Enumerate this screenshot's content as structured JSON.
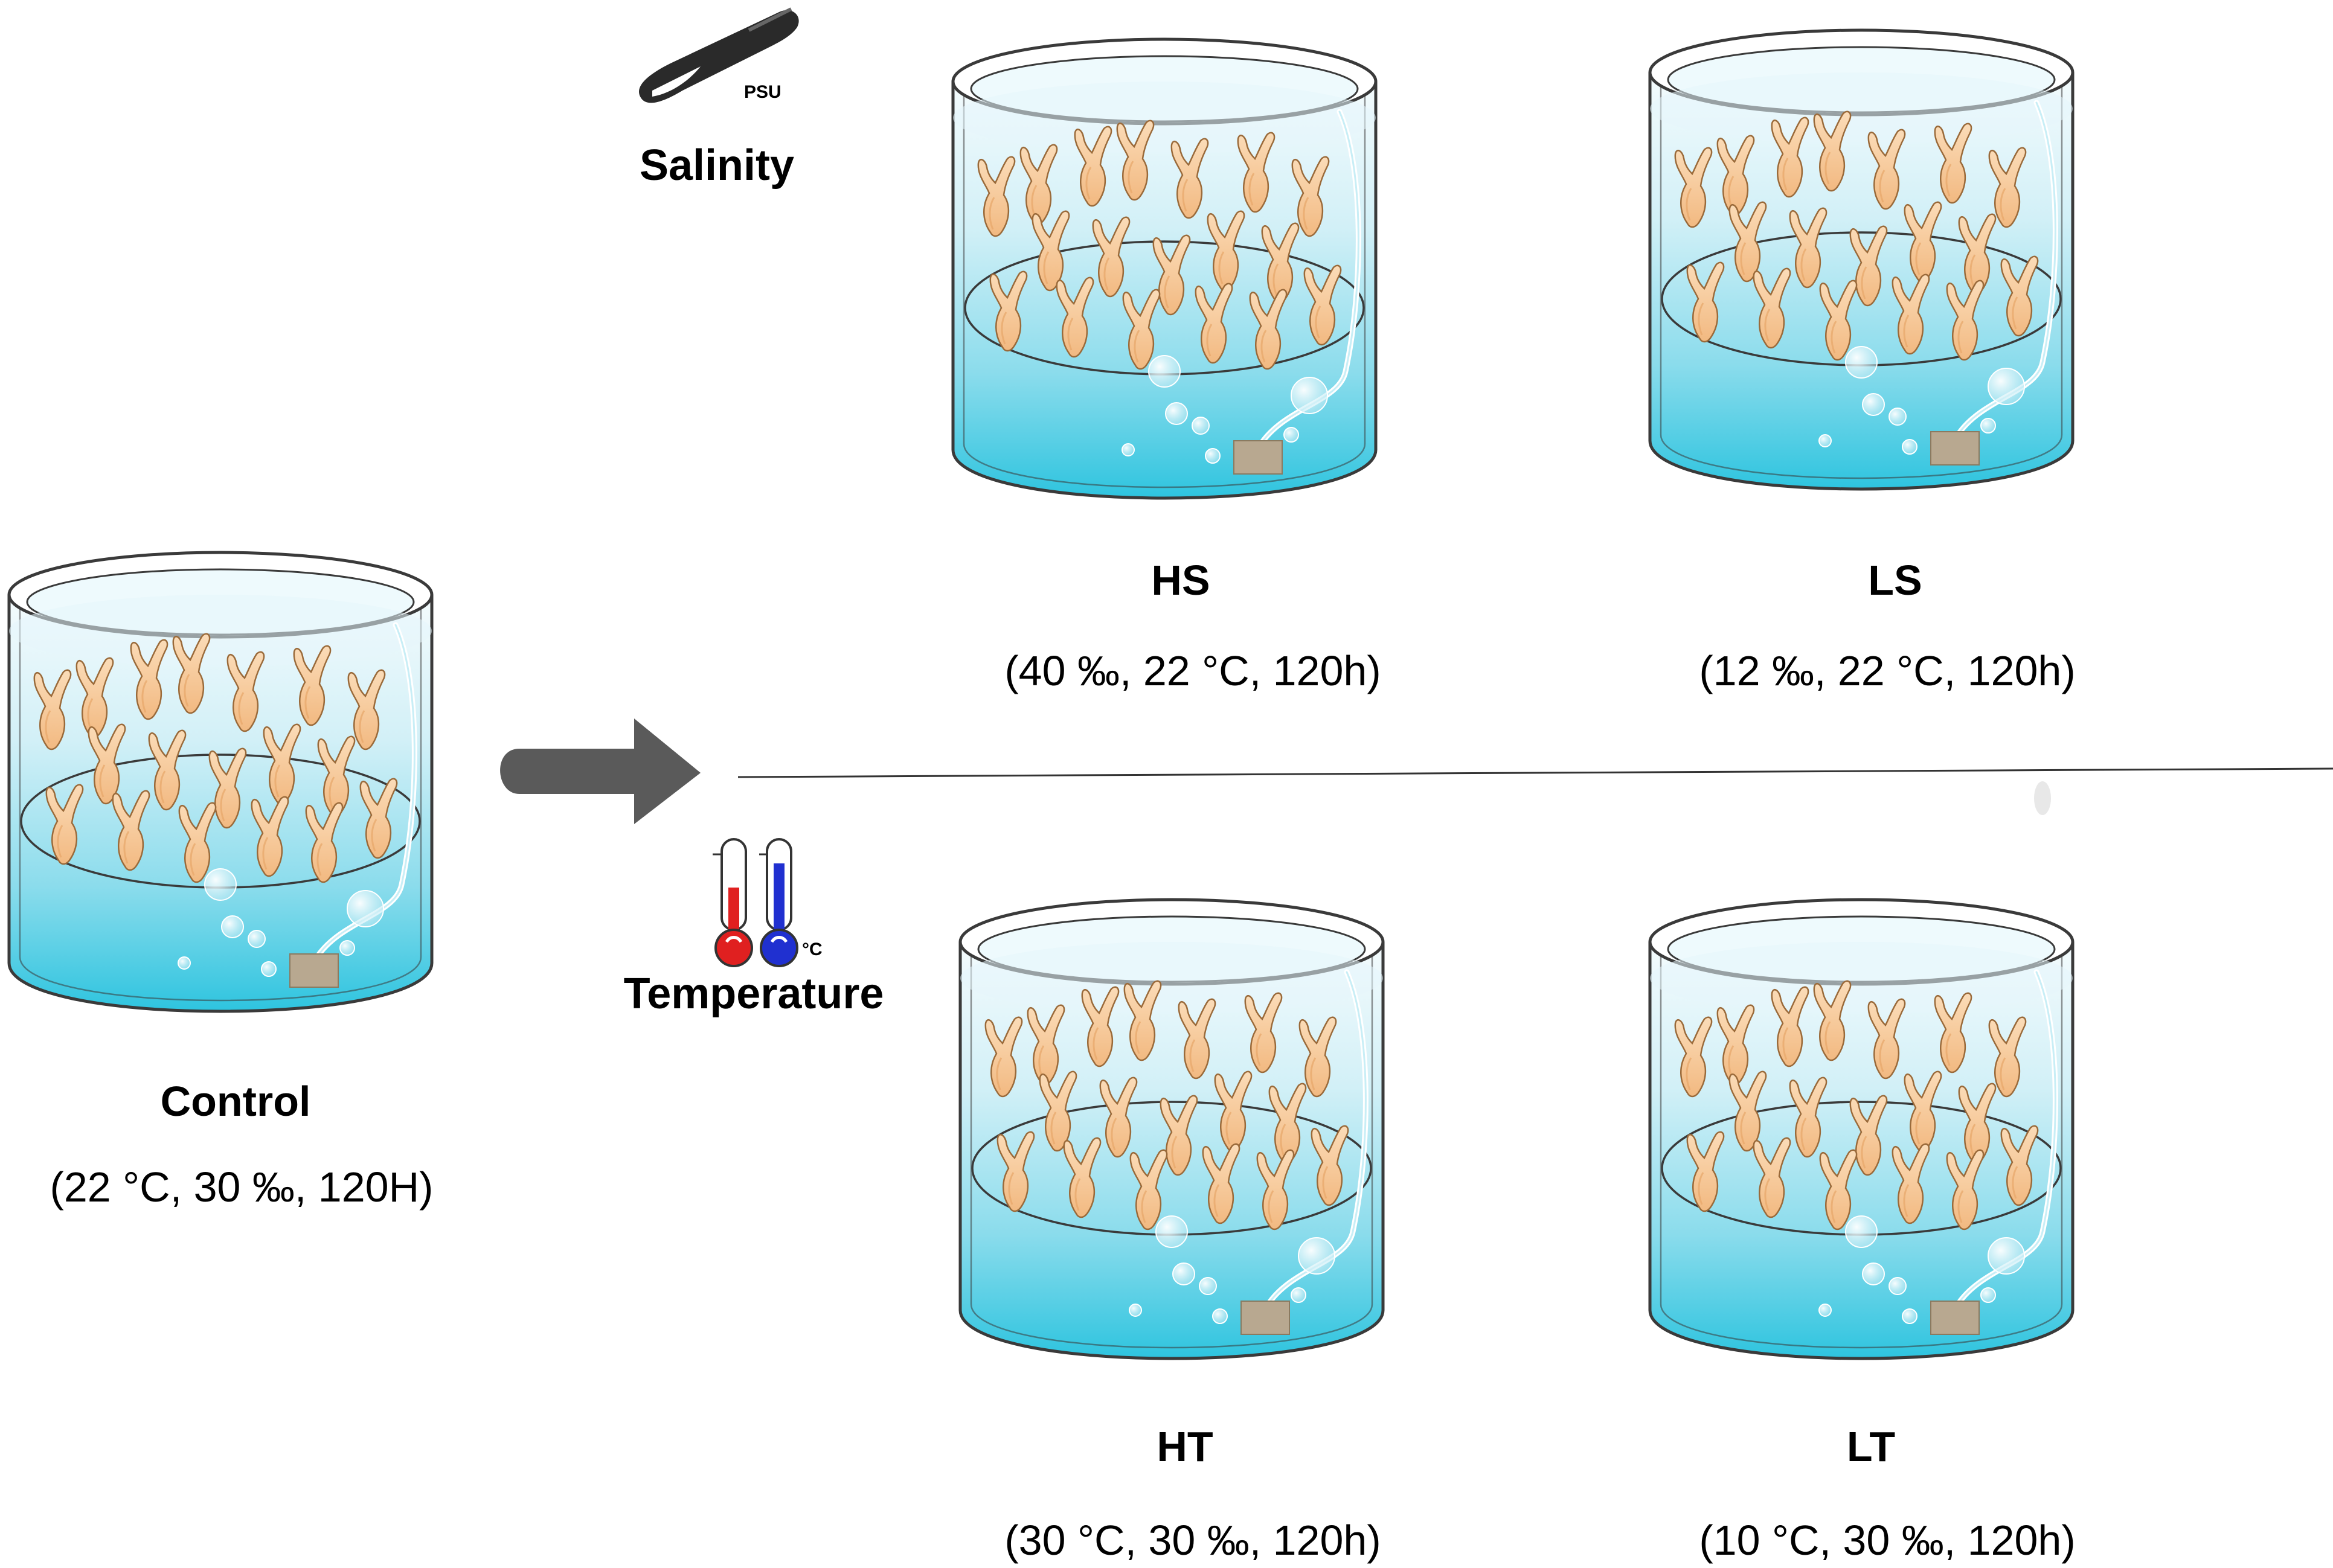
{
  "control": {
    "title": "Control",
    "conditions": "(22 °C, 30 ‰, 120H)"
  },
  "factors": {
    "salinity": {
      "label": "Salinity",
      "probe_unit": "PSU",
      "icon": "salinity-probe-icon"
    },
    "temperature": {
      "label": "Temperature",
      "unit": "°C",
      "icon": "thermometer-icon"
    }
  },
  "groups": [
    {
      "id": "hs",
      "title": "HS",
      "conditions": "(40 ‰, 22 °C, 120h)"
    },
    {
      "id": "ls",
      "title": "LS",
      "conditions": "(12 ‰, 22 °C, 120h)"
    },
    {
      "id": "ht",
      "title": "HT",
      "conditions": "(30 °C, 30 ‰, 120h)"
    },
    {
      "id": "lt",
      "title": "LT",
      "conditions": "(10 °C, 30 ‰, 120h)"
    }
  ],
  "colors": {
    "water_top": "#eaf8fc",
    "water_bottom": "#32c6e0",
    "tank_outline": "#3a3a3a",
    "animal_fill": "#f7c99a",
    "arrow": "#5a5a5a",
    "air_stone": "#b8a890",
    "hot": "#e02020",
    "cold": "#2030d0"
  }
}
